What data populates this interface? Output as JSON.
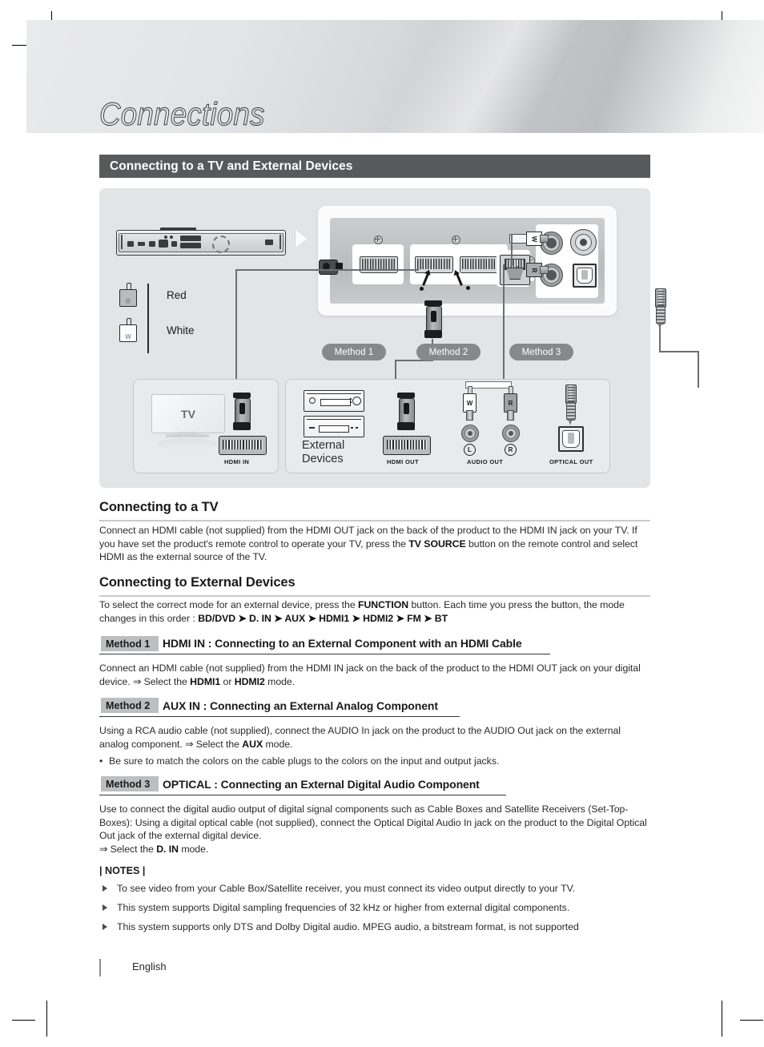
{
  "page": {
    "title": "Connections",
    "footer_language": "English"
  },
  "section": {
    "bar_title": "Connecting to a TV and External Devices"
  },
  "diagram": {
    "legend": [
      {
        "code": "R",
        "label": "Red"
      },
      {
        "code": "W",
        "label": "White"
      }
    ],
    "method_pills": [
      "Method 1",
      "Method 2",
      "Method 3"
    ],
    "tv_box": {
      "device_label": "TV",
      "jack_label": "HDMI IN"
    },
    "external_box": {
      "device_label_line1": "External",
      "device_label_line2": "Devices",
      "jacks": [
        {
          "label": "HDMI OUT"
        },
        {
          "label": "AUDIO OUT",
          "left_mark": "L",
          "right_mark": "R",
          "plug_white": "W",
          "plug_red": "R"
        },
        {
          "label": "OPTICAL OUT"
        }
      ]
    }
  },
  "sections": [
    {
      "heading": "Connecting to a TV",
      "paragraph_html": "Connect an HDMI cable (not supplied) from the HDMI OUT jack on the back of the product to the HDMI IN jack on your TV. If you have set the product's remote control to operate your TV, press the <b>TV SOURCE</b> button on the remote control and select HDMI as the external source of the TV."
    },
    {
      "heading": "Connecting to External Devices",
      "paragraph_html": "To select the correct mode for an external device, press the <b>FUNCTION</b> button. Each time you press the button, the mode changes in this order : <b>BD/DVD &#10148; D. IN &#10148; AUX &#10148; HDMI1 &#10148; HDMI2 &#10148; FM &#10148; BT</b>"
    }
  ],
  "methods": [
    {
      "badge": "Method 1",
      "title": "HDMI IN : Connecting to an External Component with an HDMI Cable",
      "body_html": "Connect an HDMI cable (not supplied) from the HDMI IN jack on the back of the product to the HDMI OUT jack on your digital device. &#8658; Select the <b>HDMI1</b> or <b>HDMI2</b> mode."
    },
    {
      "badge": "Method 2",
      "title": "AUX IN : Connecting an External Analog Component",
      "body_html": "Using a RCA audio cable (not supplied), connect the AUDIO In jack on the product to the AUDIO Out jack on the external analog component. &#8658; Select the <b>AUX</b> mode.",
      "bullet": "Be sure to match the colors on the cable plugs to the colors on the input and output jacks."
    },
    {
      "badge": "Method 3",
      "title": "OPTICAL : Connecting an External Digital Audio Component",
      "body_html": "Use to connect the digital audio output of digital signal components such as Cable Boxes and Satellite Receivers (Set-Top-Boxes): Using a digital optical cable (not supplied), connect the Optical Digital Audio In jack on the product to the Digital Optical Out jack of the external digital device.<br>&#8658; Select the <b>D. IN</b> mode."
    }
  ],
  "notes": {
    "title": "| NOTES |",
    "items": [
      "To see video from your Cable Box/Satellite receiver, you must connect its video output directly to your TV.",
      "This system supports Digital sampling frequencies of 32 kHz or higher from external digital components.",
      "This system supports only DTS and Dolby Digital audio. MPEG audio, a bitstream format, is not supported"
    ]
  },
  "colors": {
    "section_bar": "#58595b",
    "method_badge": "#bcbec0",
    "pill": "#86888a",
    "panel_bg": "#e2e4e6"
  }
}
